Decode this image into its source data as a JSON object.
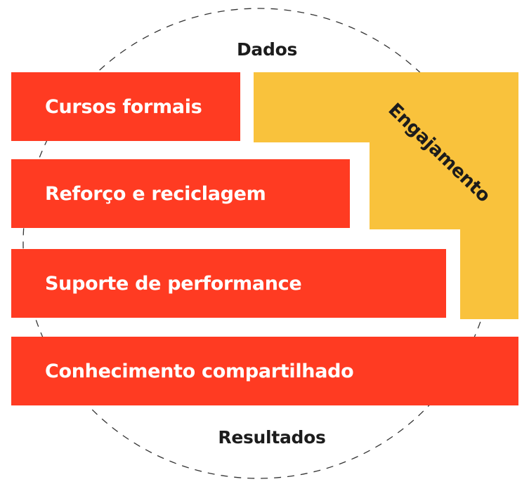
{
  "diagram": {
    "top_label": "Dados",
    "bottom_label": "Resultados",
    "side_label": "Engajamento",
    "bars": [
      {
        "label": "Cursos formais"
      },
      {
        "label": "Reforço e reciclagem"
      },
      {
        "label": "Suporte de performance"
      },
      {
        "label": "Conhecimento compartilhado"
      }
    ]
  },
  "colors": {
    "bar_fill": "#ff3b22",
    "engagement_fill": "#f9c23c",
    "bar_text": "#ffffff",
    "label_text": "#1c1c1c",
    "circle_stroke": "#333333"
  }
}
